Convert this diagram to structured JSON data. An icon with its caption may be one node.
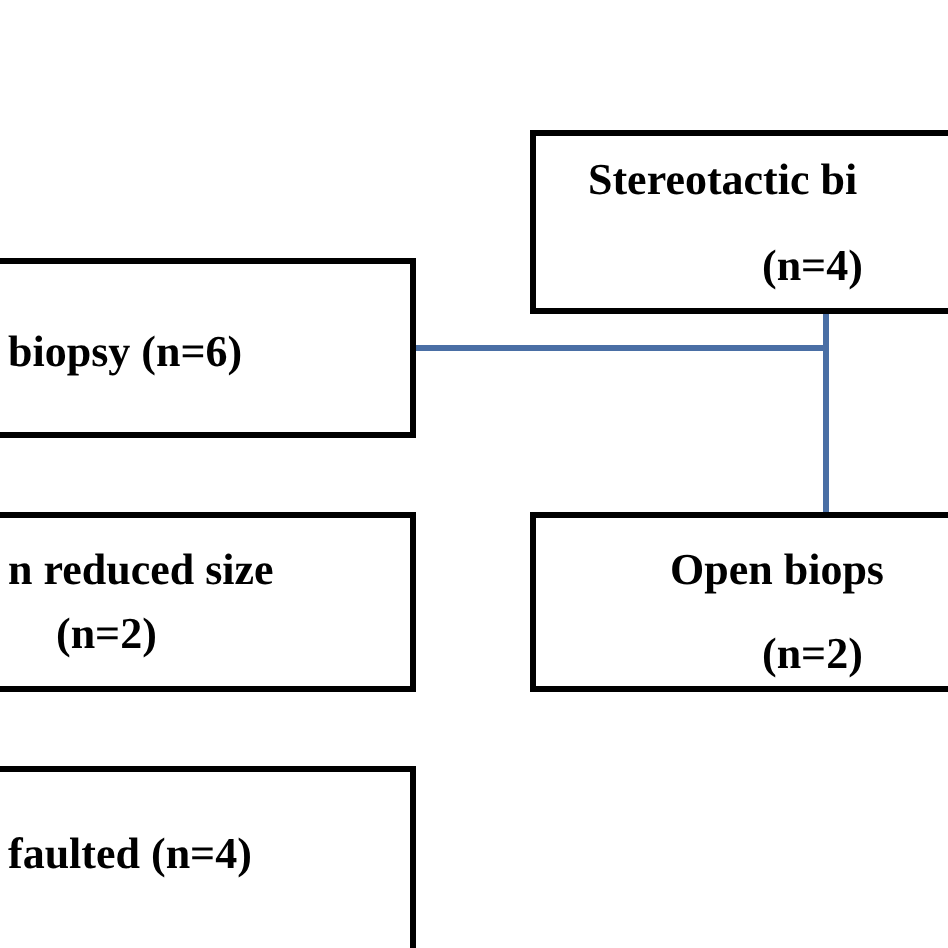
{
  "diagram": {
    "nodes": [
      {
        "text": [
          "Stereotactic bi",
          "(n=4)"
        ]
      },
      {
        "text": [
          "biopsy (n=6)"
        ]
      },
      {
        "text": [
          "n reduced size",
          "(n=2)"
        ]
      },
      {
        "text": [
          "Open biops",
          "(n=2)"
        ]
      },
      {
        "text": [
          "faulted (n=4)"
        ]
      }
    ],
    "edges": [
      {
        "from": 1,
        "to": 0,
        "arrow": "none",
        "color": "#4a6fa5"
      },
      {
        "from": 1,
        "to": 3,
        "arrow": "none",
        "color": "#4a6fa5"
      }
    ]
  }
}
